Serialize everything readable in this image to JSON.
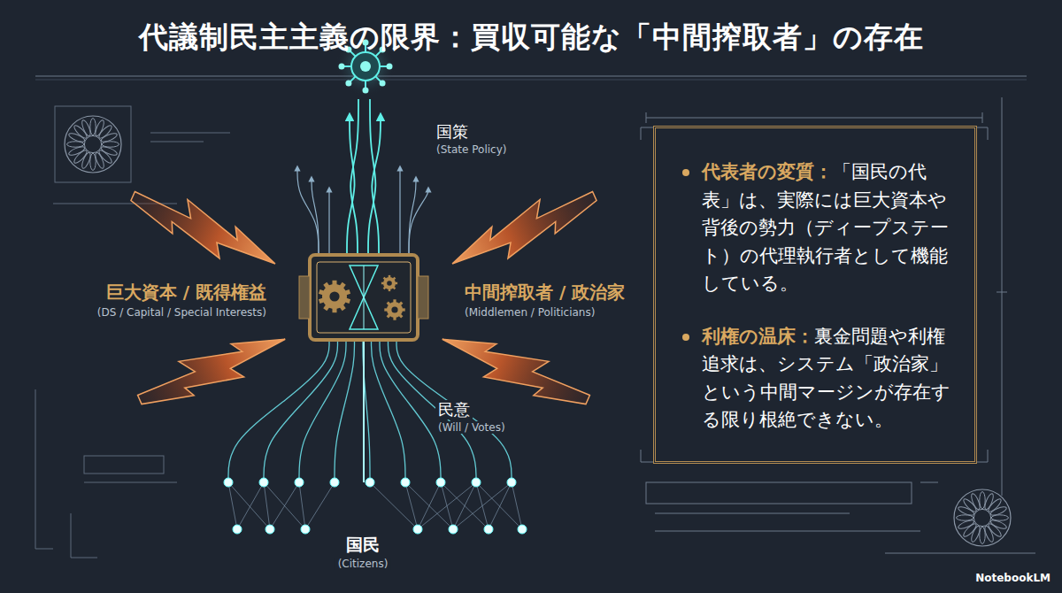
{
  "diagram": {
    "title": "代議制民主主義の限界：買収可能な「中間搾取者」の存在",
    "nodes": [
      {
        "text": [
          "代表者の変質：",
          "「国民の代表」は、実際には巨大資本や背後の勢力（ディープステート）の代理執行者として機能している。",
          "利権の温床：",
          "裏金問題や利権追求は、システム「政治家」という中間マージンが存在する限り根絶できない。"
        ]
      }
    ],
    "labels": [
      "国策",
      "(State Policy)",
      "巨大資本 / 既得権益",
      "(DS / Capital / Special Interests)",
      "中間搾取者 / 政治家",
      "(Middlemen / Politicians)",
      "民意",
      "(Will / Votes)",
      "国民",
      "(Citizens)",
      "NotebookLM"
    ]
  }
}
